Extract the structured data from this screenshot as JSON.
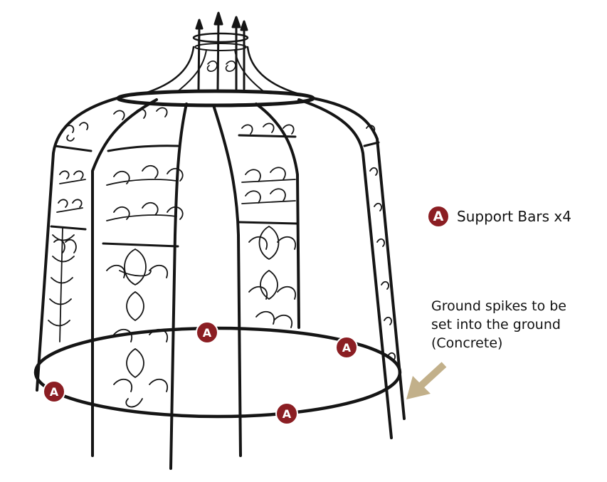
{
  "legend": {
    "badge_letter": "A",
    "label": "Support Bars x4",
    "badge_color": "#8b1e23"
  },
  "note": {
    "lines": [
      "Ground spikes to be",
      "set into the ground",
      "(Concrete)"
    ],
    "arrow_color": "#c2b08a"
  },
  "callouts": [
    {
      "letter": "A"
    },
    {
      "letter": "A"
    },
    {
      "letter": "A"
    },
    {
      "letter": "A"
    }
  ],
  "structure": {
    "name": "gazebo-frame",
    "frame_color": "#151515"
  }
}
